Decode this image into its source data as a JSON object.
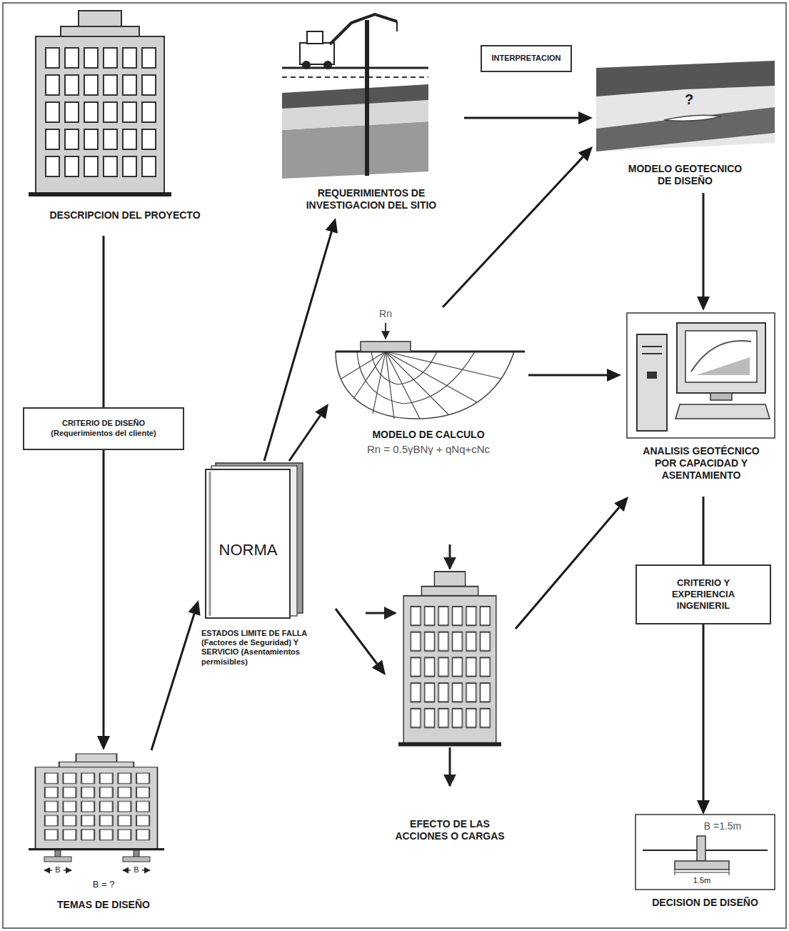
{
  "diagram": {
    "nodes": [
      {
        "text": [
          "DESCRIPCION DEL PROYECTO"
        ]
      },
      {
        "text": [
          "REQUERIMIENTOS DE INVESTIGACION DEL SITIO"
        ]
      },
      {
        "text": [
          "MODELO GEOTECNICO DE DISEÑO"
        ]
      },
      {
        "text": [
          "MODELO DE CALCULO",
          "Rn = 0.5γBNγ + qNq+cNc"
        ]
      },
      {
        "text": [
          "ANALISIS GEOTÉCNICO POR CAPACIDAD Y ASENTAMIENTO"
        ]
      },
      {
        "text": [
          "NORMA",
          "ESTADOS LIMITE DE FALLA (Factores de Seguridad) Y SERVICIO (Asentamientos permisibles)"
        ]
      },
      {
        "text": [
          "TEMAS DE DISEÑO"
        ]
      },
      {
        "text": [
          "EFECTO DE LAS ACCIONES O CARGAS"
        ]
      },
      {
        "text": [
          "DECISION DE DISEÑO"
        ]
      }
    ],
    "edges": [
      {
        "from": 0,
        "to": 6,
        "arrow": "to",
        "label": "CRITERIO DE DISEÑO (Requerimientos del cliente)"
      },
      {
        "from": 6,
        "to": 5,
        "arrow": "to"
      },
      {
        "from": 5,
        "to": 1,
        "arrow": "to"
      },
      {
        "from": 5,
        "to": 3,
        "arrow": "to"
      },
      {
        "from": 5,
        "to": 7,
        "arrow": "to"
      },
      {
        "from": 1,
        "to": 2,
        "arrow": "to",
        "label": "INTERPRETACION"
      },
      {
        "from": 3,
        "to": 2,
        "arrow": "to"
      },
      {
        "from": 3,
        "to": 4,
        "arrow": "to"
      },
      {
        "from": 2,
        "to": 4,
        "arrow": "to"
      },
      {
        "from": 7,
        "to": 4,
        "arrow": "to"
      },
      {
        "from": 4,
        "to": 8,
        "arrow": "to",
        "label": "CRITERIO Y EXPERIENCIA INGENIERIL"
      }
    ],
    "labels": [
      "Rn",
      "?",
      "B",
      "B",
      "B = ?",
      "B =1.5m",
      "1.5m"
    ]
  }
}
